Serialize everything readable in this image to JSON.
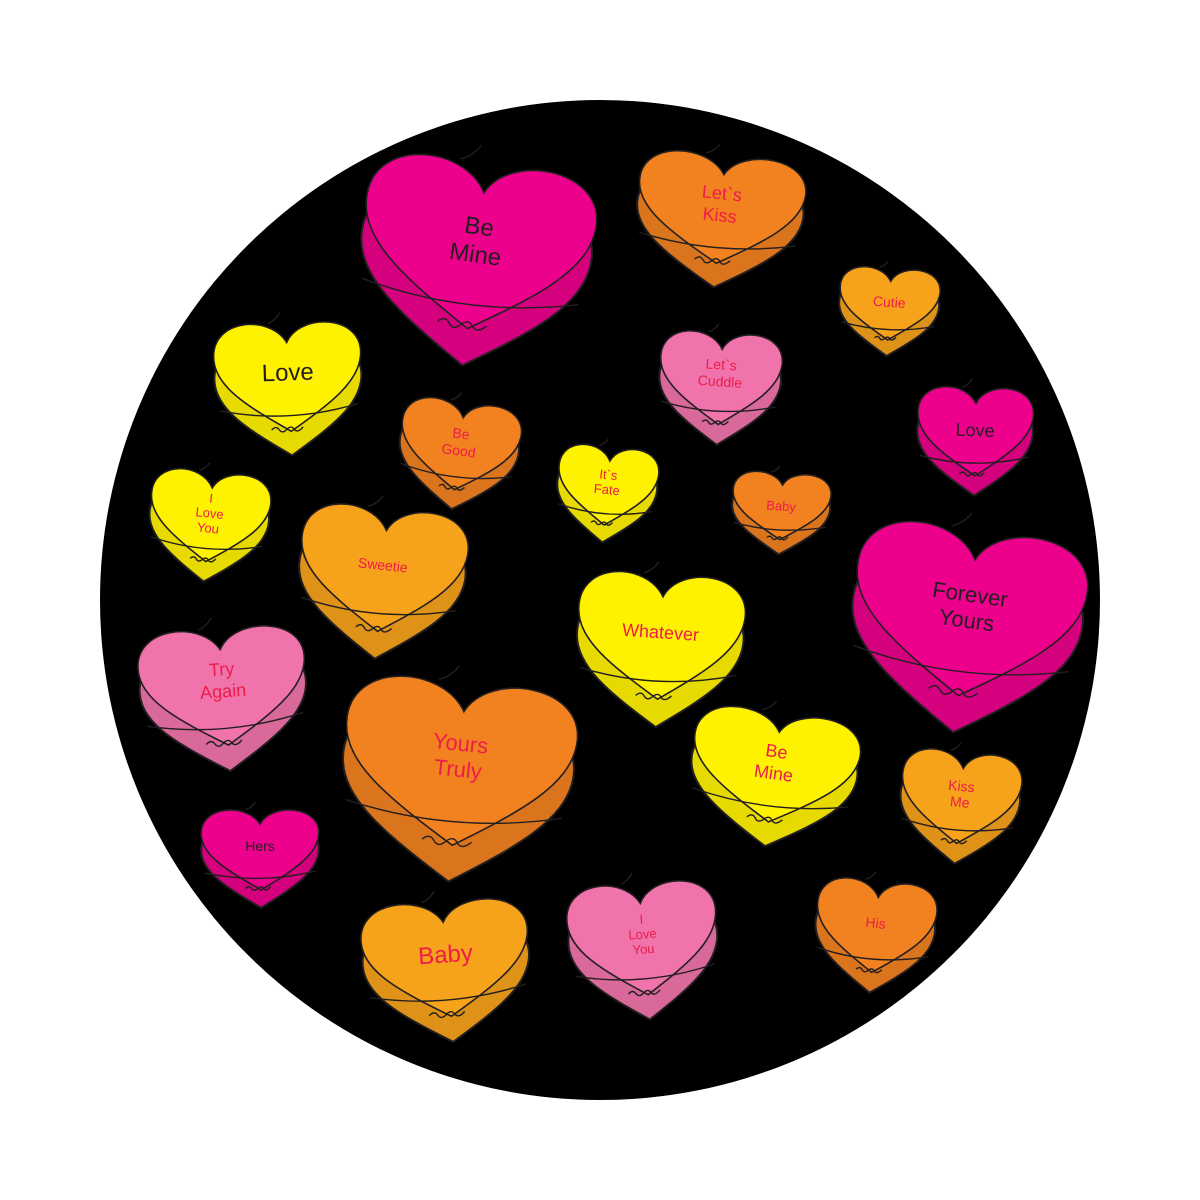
{
  "background_color": "#000000",
  "palette": {
    "magenta": "#EC008C",
    "orange": "#F28220",
    "amber": "#F7A21B",
    "yellow": "#FFF200",
    "pink": "#F173AC",
    "text_red": "#ED1C4A",
    "text_black": "#231F20"
  },
  "hearts": [
    {
      "lines": [
        "Be",
        "Mine"
      ],
      "color": "magenta",
      "text_color": "text_black"
    },
    {
      "lines": [
        "Let`s",
        "Kiss"
      ],
      "color": "orange",
      "text_color": "text_red"
    },
    {
      "lines": [
        "Cutie"
      ],
      "color": "amber",
      "text_color": "text_red"
    },
    {
      "lines": [
        "Love"
      ],
      "color": "yellow",
      "text_color": "text_black"
    },
    {
      "lines": [
        "Let`s",
        "Cuddle"
      ],
      "color": "pink",
      "text_color": "text_red"
    },
    {
      "lines": [
        "Love"
      ],
      "color": "magenta",
      "text_color": "text_black"
    },
    {
      "lines": [
        "Be",
        "Good"
      ],
      "color": "orange",
      "text_color": "text_red"
    },
    {
      "lines": [
        "It`s",
        "Fate"
      ],
      "color": "yellow",
      "text_color": "text_red"
    },
    {
      "lines": [
        "Baby"
      ],
      "color": "orange",
      "text_color": "text_red"
    },
    {
      "lines": [
        "I",
        "Love",
        "You"
      ],
      "color": "yellow",
      "text_color": "text_red"
    },
    {
      "lines": [
        "Sweetie"
      ],
      "color": "amber",
      "text_color": "text_red"
    },
    {
      "lines": [
        "Whatever"
      ],
      "color": "yellow",
      "text_color": "text_red"
    },
    {
      "lines": [
        "Forever",
        "Yours"
      ],
      "color": "magenta",
      "text_color": "text_black"
    },
    {
      "lines": [
        "Try",
        "Again"
      ],
      "color": "pink",
      "text_color": "text_red"
    },
    {
      "lines": [
        "Yours",
        "Truly"
      ],
      "color": "orange",
      "text_color": "text_red"
    },
    {
      "lines": [
        "Be",
        "Mine"
      ],
      "color": "yellow",
      "text_color": "text_red"
    },
    {
      "lines": [
        "Kiss",
        "Me"
      ],
      "color": "amber",
      "text_color": "text_red"
    },
    {
      "lines": [
        "Hers"
      ],
      "color": "magenta",
      "text_color": "text_black"
    },
    {
      "lines": [
        "I",
        "Love",
        "You"
      ],
      "color": "pink",
      "text_color": "text_red"
    },
    {
      "lines": [
        "His"
      ],
      "color": "orange",
      "text_color": "text_red"
    },
    {
      "lines": [
        "Baby"
      ],
      "color": "amber",
      "text_color": "text_red"
    }
  ]
}
